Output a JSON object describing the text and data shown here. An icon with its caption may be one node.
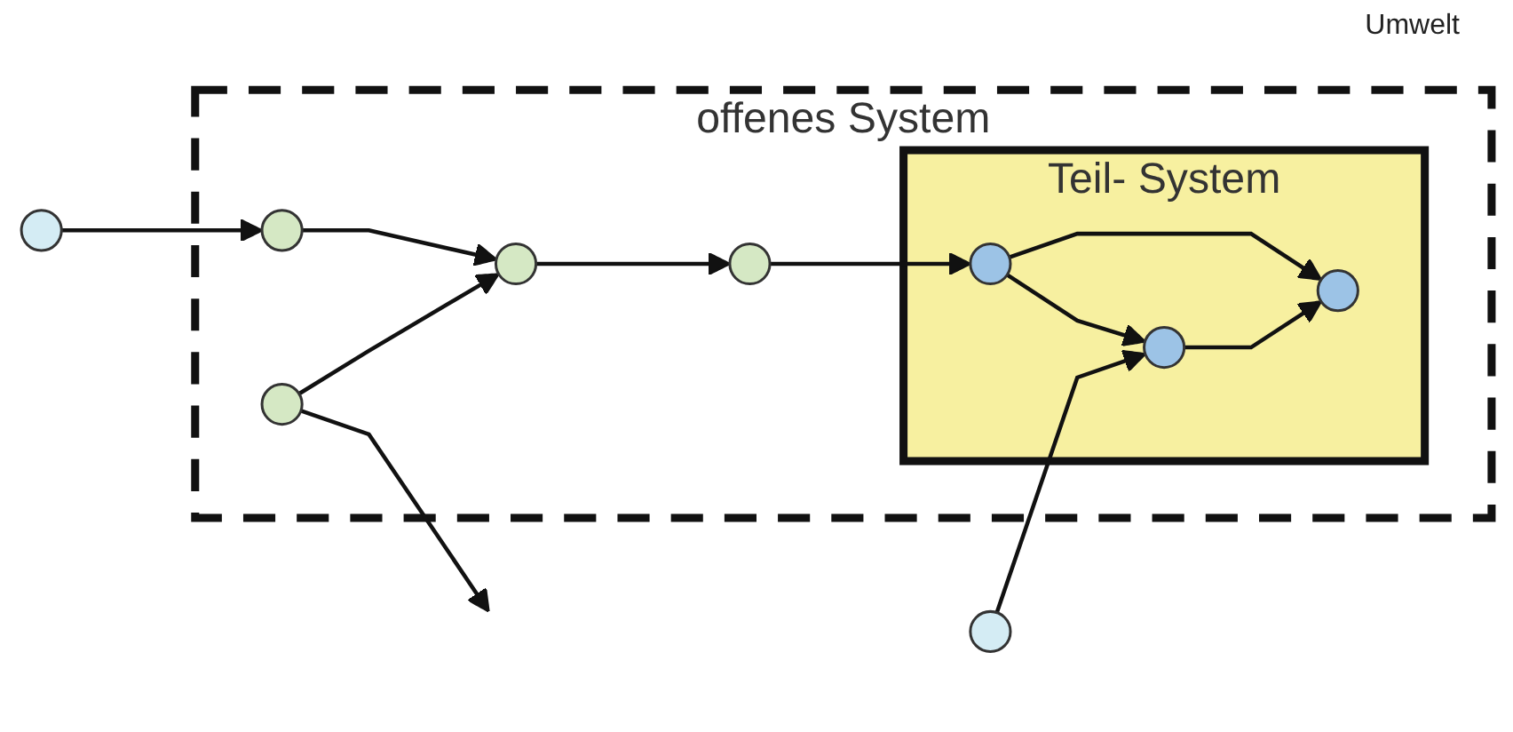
{
  "diagram": {
    "nodes": [
      {
        "text": [
          "offenes System"
        ]
      },
      {
        "text": [],
        "shape": "circle"
      },
      {
        "text": [],
        "shape": "circle",
        "in": 0
      },
      {
        "text": [],
        "shape": "circle",
        "in": 0
      },
      {
        "text": [],
        "shape": "circle",
        "in": 0
      },
      {
        "text": [],
        "shape": "circle",
        "in": 0
      },
      {
        "text": [
          "Teil- System"
        ],
        "in": 0
      },
      {
        "text": [],
        "shape": "circle",
        "in": 6
      },
      {
        "text": [],
        "shape": "circle",
        "in": 6
      },
      {
        "text": [],
        "shape": "circle",
        "in": 6
      },
      {
        "text": [],
        "shape": "circle"
      }
    ],
    "edges": [
      {
        "from": 1,
        "to": 2,
        "arrow": "to"
      },
      {
        "from": 2,
        "to": 4,
        "arrow": "to"
      },
      {
        "from": 5,
        "to": 4,
        "arrow": "to"
      },
      {
        "from": 4,
        "to": 3,
        "arrow": "to"
      },
      {
        "from": 3,
        "to": 7,
        "arrow": "to"
      },
      {
        "from": 7,
        "to": 8,
        "arrow": "to"
      },
      {
        "from": 7,
        "to": 9,
        "arrow": "to"
      },
      {
        "from": 8,
        "to": 9,
        "arrow": "to"
      },
      {
        "from": 10,
        "to": 8,
        "arrow": "to"
      },
      {
        "from": 5,
        "to": null,
        "arrow": "to"
      }
    ],
    "labels": [
      "Umwelt"
    ]
  }
}
